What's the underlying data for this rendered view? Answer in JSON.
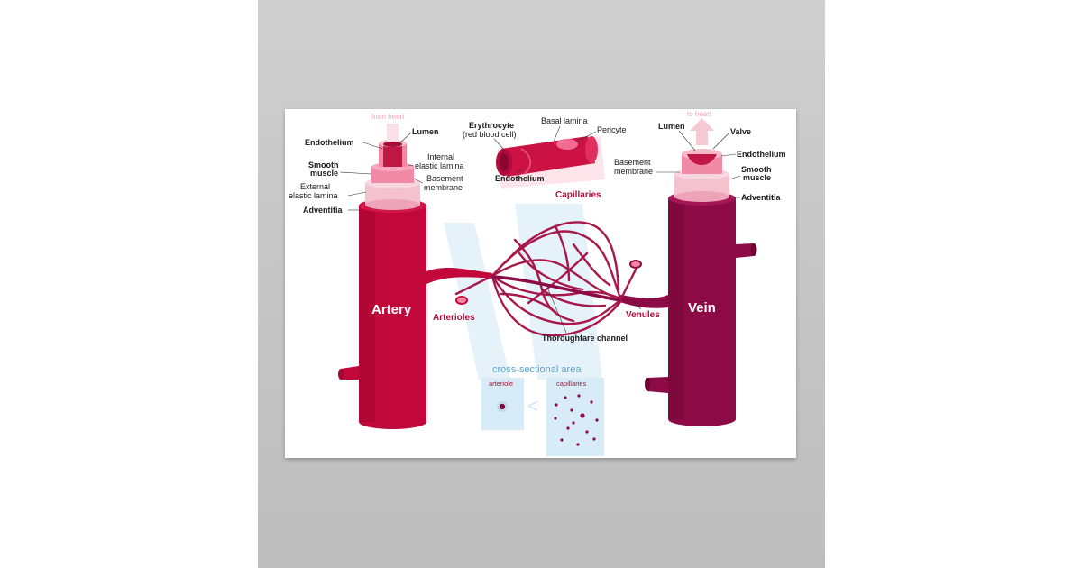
{
  "colors": {
    "artery": "#c2083a",
    "artery_dark": "#9c0530",
    "vein": "#8c0a45",
    "vein_dark": "#6c0634",
    "pink_layer": "#f4b3c4",
    "light_pink": "#fbd4de",
    "capillary": "#a8174a",
    "blue_panel": "#d7ecf7",
    "blue_text": "#5aa6c9"
  },
  "artery": {
    "name": "Artery",
    "flow": "from heart",
    "labels": {
      "endothelium": "Endothelium",
      "lumen": "Lumen",
      "internal_elastic_1": "Internal",
      "internal_elastic_2": "elastic lamina",
      "smooth_1": "Smooth",
      "smooth_2": "muscle",
      "basement_1": "Basement",
      "basement_2": "membrane",
      "external_1": "External",
      "external_2": "elastic lamina",
      "adventitia": "Adventitia"
    }
  },
  "capillary_detail": {
    "erythrocyte": "Erythrocyte",
    "erythrocyte_sub": "(red blood cell)",
    "basal_lamina": "Basal lamina",
    "pericyte": "Pericyte",
    "endothelium": "Endothelium",
    "capillaries": "Capillaries"
  },
  "vein": {
    "name": "Vein",
    "flow": "to heart",
    "labels": {
      "lumen": "Lumen",
      "valve": "Valve",
      "endothelium": "Endothelium",
      "basement_1": "Basement",
      "basement_2": "membrane",
      "smooth_1": "Smooth",
      "smooth_2": "muscle",
      "adventitia": "Adventitia"
    }
  },
  "network": {
    "arterioles": "Arterioles",
    "venules": "Venules",
    "thoroughfare": "Thoroughfare channel"
  },
  "cross_section": {
    "title": "cross-sectional area",
    "left": "arteriole",
    "compare": "<",
    "right": "capillaries"
  }
}
